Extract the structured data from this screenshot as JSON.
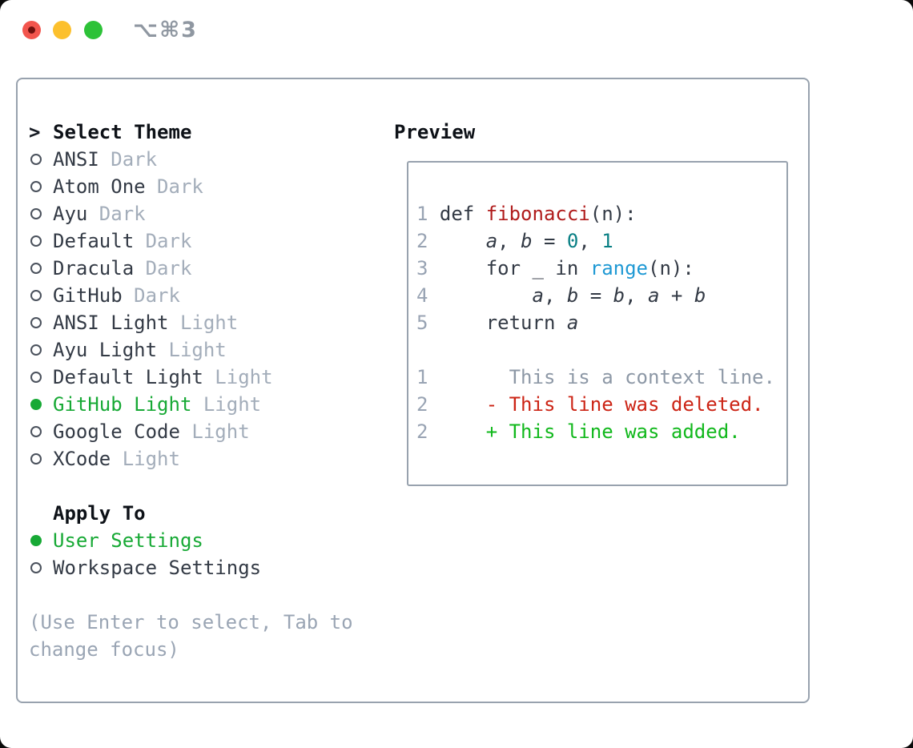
{
  "window": {
    "title": "⌥⌘3"
  },
  "colors": {
    "selected_green": "#17a935",
    "added_green": "#11b81c",
    "deleted_red": "#cc2415",
    "function_red": "#b01b1b",
    "number_teal": "#087f84",
    "builtin_blue": "#1f99d4",
    "text_dark": "#333a45",
    "heading_black": "#0d1117",
    "muted_gray": "#a3adba",
    "line_number_gray": "#98a3b3",
    "context_gray": "#8d98a6",
    "radio_gray": "#4a515c",
    "border_gray": "#98a2ae",
    "traffic_red": "#f2554d",
    "traffic_red_dot": "#70100d",
    "traffic_yellow": "#fcc02d",
    "traffic_green": "#2dc238",
    "title_gray": "#8f97a1"
  },
  "theme_selector": {
    "prompt": ">",
    "header": "Select Theme",
    "themes": [
      {
        "name": "ANSI",
        "variant": "Dark",
        "selected": false
      },
      {
        "name": "Atom One",
        "variant": "Dark",
        "selected": false
      },
      {
        "name": "Ayu",
        "variant": "Dark",
        "selected": false
      },
      {
        "name": "Default",
        "variant": "Dark",
        "selected": false
      },
      {
        "name": "Dracula",
        "variant": "Dark",
        "selected": false
      },
      {
        "name": "GitHub",
        "variant": "Dark",
        "selected": false
      },
      {
        "name": "ANSI Light",
        "variant": "Light",
        "selected": false
      },
      {
        "name": "Ayu Light",
        "variant": "Light",
        "selected": false
      },
      {
        "name": "Default Light",
        "variant": "Light",
        "selected": false
      },
      {
        "name": "GitHub Light",
        "variant": "Light",
        "selected": true
      },
      {
        "name": "Google Code",
        "variant": "Light",
        "selected": false
      },
      {
        "name": "XCode",
        "variant": "Light",
        "selected": false
      }
    ]
  },
  "apply_to": {
    "header": "Apply To",
    "options": [
      {
        "label": "User Settings",
        "selected": true
      },
      {
        "label": "Workspace Settings",
        "selected": false
      }
    ]
  },
  "hint": "(Use Enter to select, Tab to change focus)",
  "preview": {
    "header": "Preview",
    "lines": [
      {
        "num": "1",
        "tokens": [
          {
            "text": "def ",
            "style": "plain"
          },
          {
            "text": "fibonacci",
            "style": "func"
          },
          {
            "text": "(n):",
            "style": "plain"
          }
        ]
      },
      {
        "num": "2",
        "tokens": [
          {
            "text": "    ",
            "style": "plain"
          },
          {
            "text": "a",
            "style": "var"
          },
          {
            "text": ", ",
            "style": "plain"
          },
          {
            "text": "b",
            "style": "var"
          },
          {
            "text": " = ",
            "style": "plain"
          },
          {
            "text": "0",
            "style": "lit"
          },
          {
            "text": ", ",
            "style": "plain"
          },
          {
            "text": "1",
            "style": "lit"
          }
        ]
      },
      {
        "num": "3",
        "tokens": [
          {
            "text": "    for _ in ",
            "style": "plain"
          },
          {
            "text": "range",
            "style": "call"
          },
          {
            "text": "(n):",
            "style": "plain"
          }
        ]
      },
      {
        "num": "4",
        "tokens": [
          {
            "text": "        ",
            "style": "plain"
          },
          {
            "text": "a",
            "style": "var"
          },
          {
            "text": ", ",
            "style": "plain"
          },
          {
            "text": "b",
            "style": "var"
          },
          {
            "text": " = ",
            "style": "plain"
          },
          {
            "text": "b",
            "style": "var"
          },
          {
            "text": ", ",
            "style": "plain"
          },
          {
            "text": "a",
            "style": "var"
          },
          {
            "text": " + ",
            "style": "plain"
          },
          {
            "text": "b",
            "style": "var"
          }
        ]
      },
      {
        "num": "5",
        "tokens": [
          {
            "text": "    return ",
            "style": "plain"
          },
          {
            "text": "a",
            "style": "var"
          }
        ]
      },
      {
        "num": "",
        "tokens": []
      },
      {
        "num": "1",
        "tokens": [
          {
            "text": "      This is a context line.",
            "style": "ctx"
          }
        ]
      },
      {
        "num": "2",
        "tokens": [
          {
            "text": "    ",
            "style": "plain"
          },
          {
            "text": "- This line was deleted.",
            "style": "del"
          }
        ]
      },
      {
        "num": "2",
        "tokens": [
          {
            "text": "    ",
            "style": "plain"
          },
          {
            "text": "+ This line was added.",
            "style": "add"
          }
        ]
      }
    ]
  }
}
